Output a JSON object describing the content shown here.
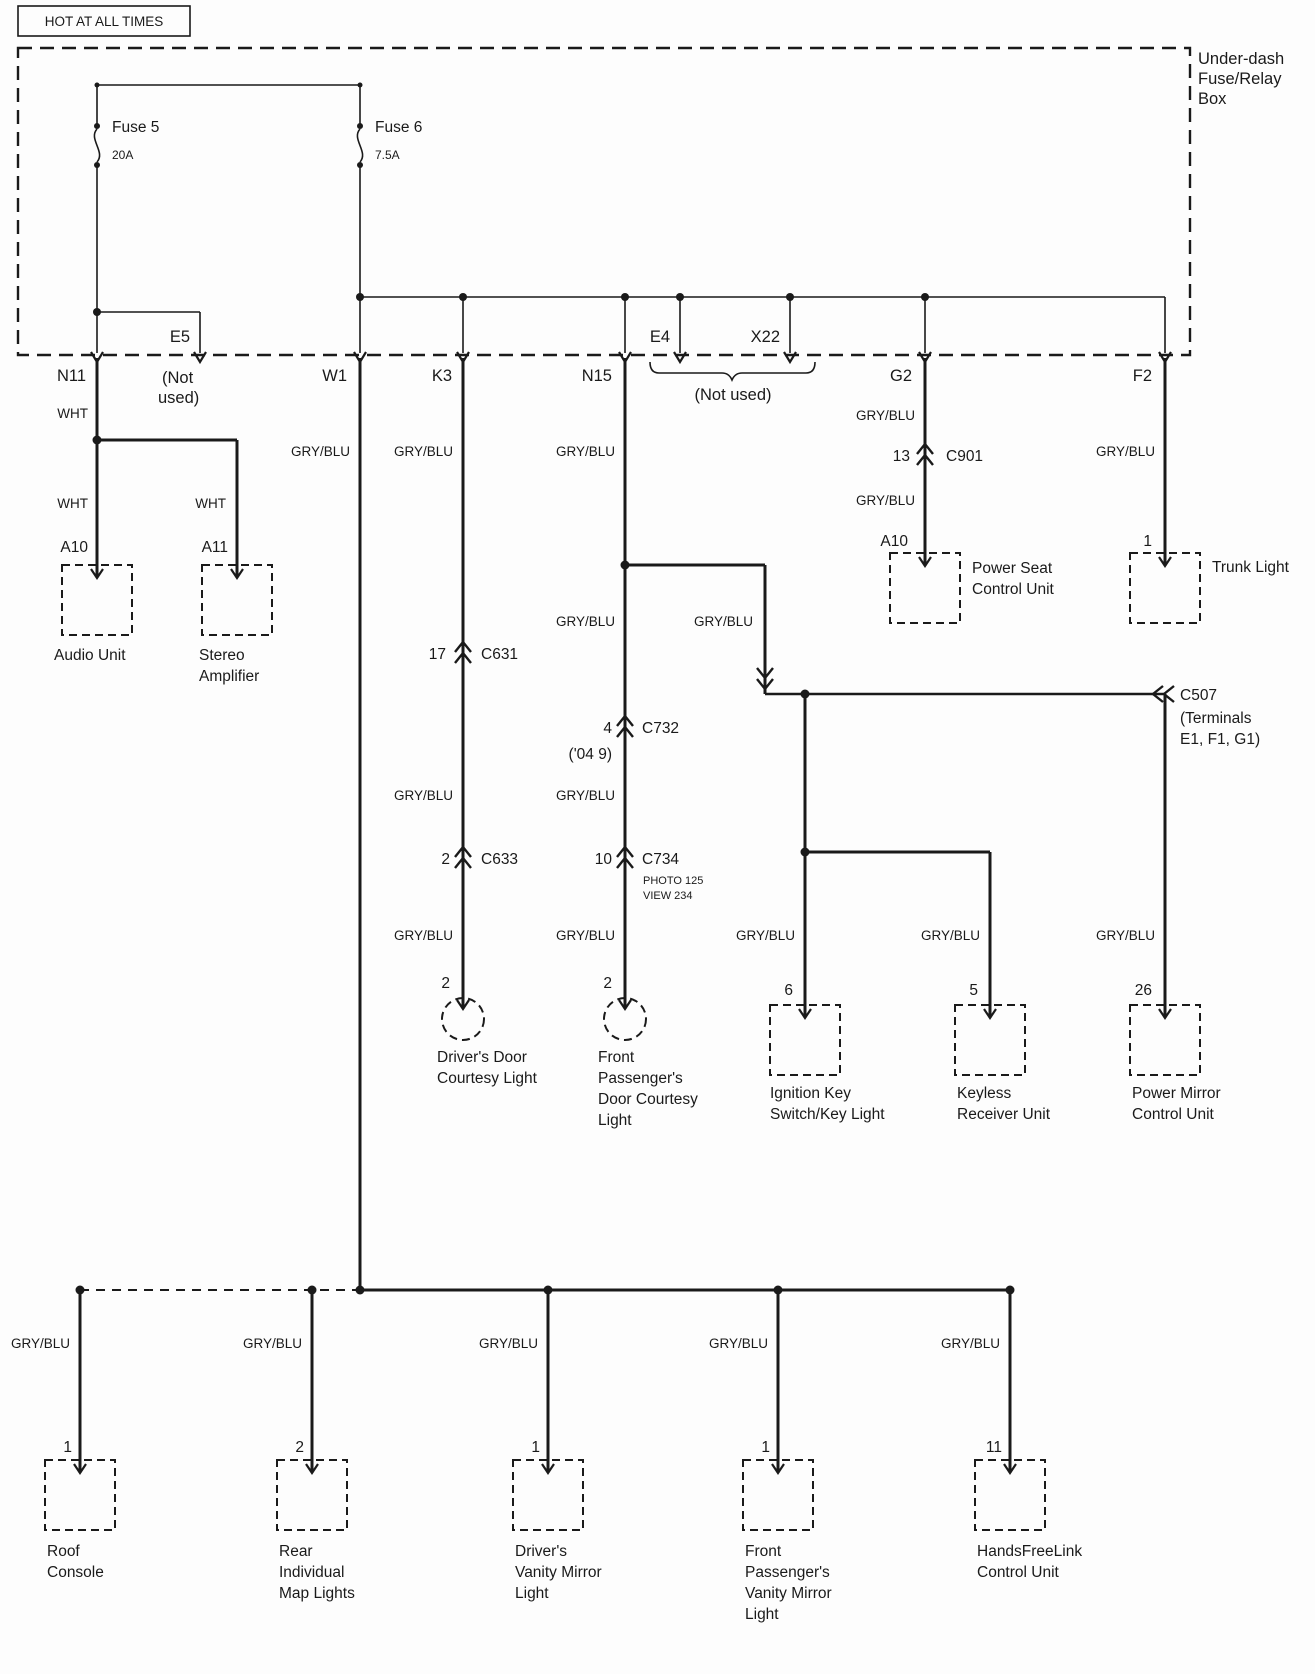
{
  "header": {
    "hot": "HOT AT ALL TIMES",
    "box_label": {
      "l1": "Under-dash",
      "l2": "Fuse/Relay",
      "l3": "Box"
    }
  },
  "fuses": {
    "f5": {
      "name": "Fuse 5",
      "amp": "20A"
    },
    "f6": {
      "name": "Fuse 6",
      "amp": "7.5A"
    }
  },
  "exits": {
    "n11": "N11",
    "e5": "E5",
    "w1": "W1",
    "k3": "K3",
    "n15": "N15",
    "e4": "E4",
    "x22": "X22",
    "g2": "G2",
    "f2": "F2"
  },
  "wires": {
    "wht": "WHT",
    "gryblu": "GRY/BLU"
  },
  "notes": {
    "not_l1": "(Not",
    "not_l2": "used)",
    "not_used": "(Not used)",
    "c732_note": "('04 9)",
    "c734_note1": "PHOTO 125",
    "c734_note2": "VIEW 234"
  },
  "connectors": {
    "c901": {
      "pin": "13",
      "name": "C901"
    },
    "c631": {
      "pin": "17",
      "name": "C631"
    },
    "c732": {
      "pin": "4",
      "name": "C732"
    },
    "c633": {
      "pin": "2",
      "name": "C633"
    },
    "c734": {
      "pin": "10",
      "name": "C734"
    },
    "c507": {
      "name": "C507",
      "l2": "(Terminals",
      "l3": "E1, F1, G1)"
    }
  },
  "components": {
    "audio": {
      "pin": "A10",
      "l1": "Audio Unit"
    },
    "amp": {
      "pin": "A11",
      "l1": "Stereo",
      "l2": "Amplifier"
    },
    "seat": {
      "pin": "A10",
      "l1": "Power Seat",
      "l2": "Control Unit"
    },
    "trunk": {
      "pin": "1",
      "l1": "Trunk Light"
    },
    "ddcl": {
      "pin": "2",
      "l1": "Driver's Door",
      "l2": "Courtesy Light"
    },
    "fpdcl": {
      "pin": "2",
      "l1": "Front",
      "l2": "Passenger's",
      "l3": "Door Courtesy",
      "l4": "Light"
    },
    "ign": {
      "pin": "6",
      "l1": "Ignition Key",
      "l2": "Switch/Key Light"
    },
    "keyless": {
      "pin": "5",
      "l1": "Keyless",
      "l2": "Receiver Unit"
    },
    "mirror": {
      "pin": "26",
      "l1": "Power Mirror",
      "l2": "Control Unit"
    },
    "roof": {
      "pin": "1",
      "l1": "Roof",
      "l2": "Console"
    },
    "maplights": {
      "pin": "2",
      "l1": "Rear",
      "l2": "Individual",
      "l3": "Map Lights"
    },
    "dvanity": {
      "pin": "1",
      "l1": "Driver's",
      "l2": "Vanity Mirror",
      "l3": "Light"
    },
    "fpvanity": {
      "pin": "1",
      "l1": "Front",
      "l2": "Passenger's",
      "l3": "Vanity Mirror",
      "l4": "Light"
    },
    "hfl": {
      "pin": "11",
      "l1": "HandsFreeLink",
      "l2": "Control Unit"
    }
  },
  "colors": {
    "ink": "#1a1a1a",
    "paper": "#fdfdfd"
  }
}
